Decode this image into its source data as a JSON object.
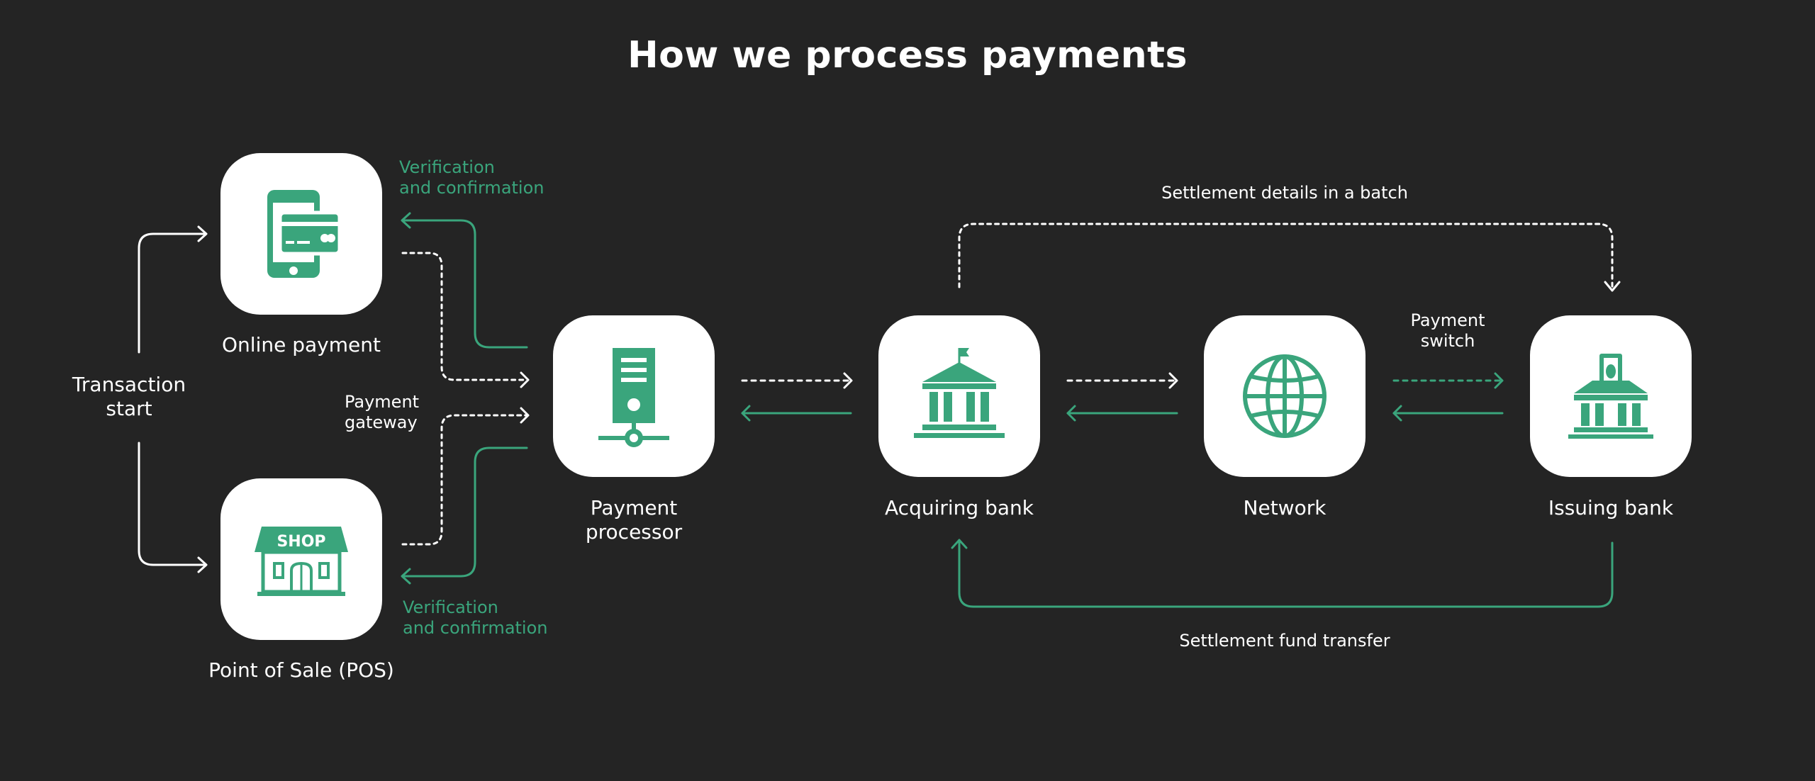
{
  "title": "How we process payments",
  "colors": {
    "background": "#242424",
    "accent": "#3aa57c",
    "node": "#ffffff",
    "text": "#ffffff"
  },
  "nodes": {
    "online": {
      "label": "Online payment",
      "icon": "mobile-card-icon"
    },
    "pos": {
      "label": "Point of Sale (POS)",
      "icon": "shop-icon",
      "sign": "SHOP"
    },
    "processor": {
      "label": "Payment\nprocessor",
      "icon": "server-icon"
    },
    "acquiring": {
      "label": "Acquiring bank",
      "icon": "bank-flag-icon"
    },
    "network": {
      "label": "Network",
      "icon": "globe-icon"
    },
    "issuing": {
      "label": "Issuing bank",
      "icon": "bank-money-icon"
    }
  },
  "notes": {
    "transaction_start": "Transaction\nstart",
    "verification_top": "Verification\nand confirmation",
    "verification_bottom": "Verification\nand confirmation",
    "payment_gateway": "Payment\ngateway",
    "payment_switch": "Payment\nswitch",
    "settlement_batch": "Settlement details in a batch",
    "settlement_transfer": "Settlement fund transfer"
  }
}
